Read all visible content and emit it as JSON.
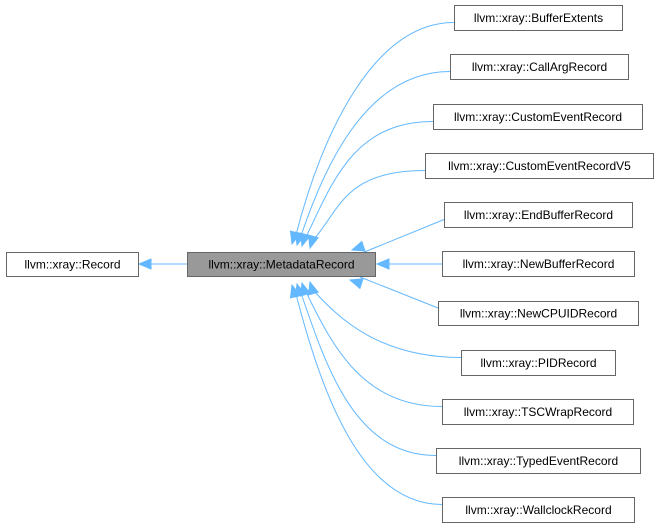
{
  "diagram": {
    "type": "inheritance-graph",
    "base": {
      "id": "record",
      "label": "llvm::xray::Record"
    },
    "current": {
      "id": "metadata-record",
      "label": "llvm::xray::MetadataRecord"
    },
    "children": [
      {
        "id": "buffer-extents",
        "label": "llvm::xray::BufferExtents"
      },
      {
        "id": "call-arg-record",
        "label": "llvm::xray::CallArgRecord"
      },
      {
        "id": "custom-event-record",
        "label": "llvm::xray::CustomEventRecord"
      },
      {
        "id": "custom-event-record-v5",
        "label": "llvm::xray::CustomEventRecordV5"
      },
      {
        "id": "end-buffer-record",
        "label": "llvm::xray::EndBufferRecord"
      },
      {
        "id": "new-buffer-record",
        "label": "llvm::xray::NewBufferRecord"
      },
      {
        "id": "new-cpuid-record",
        "label": "llvm::xray::NewCPUIDRecord"
      },
      {
        "id": "pid-record",
        "label": "llvm::xray::PIDRecord"
      },
      {
        "id": "tsc-wrap-record",
        "label": "llvm::xray::TSCWrapRecord"
      },
      {
        "id": "typed-event-record",
        "label": "llvm::xray::TypedEventRecord"
      },
      {
        "id": "wallclock-record",
        "label": "llvm::xray::WallclockRecord"
      }
    ],
    "colors": {
      "edge": "#63b8ff",
      "node_border": "#666666",
      "current_fill": "#999999",
      "node_fill": "#ffffff"
    }
  }
}
